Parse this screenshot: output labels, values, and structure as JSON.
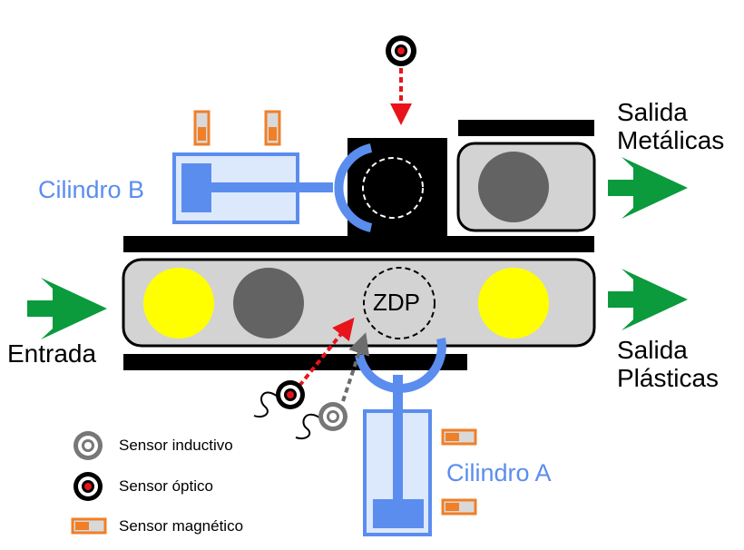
{
  "labels": {
    "salida_metalicas": [
      "Salida",
      "Metálicas"
    ],
    "salida_plasticas": [
      "Salida",
      "Plásticas"
    ],
    "entrada": "Entrada",
    "cilindro_a": "Cilindro A",
    "cilindro_b": "Cilindro B",
    "zdp": "ZDP"
  },
  "legend": [
    {
      "icon": "inductive-sensor-icon",
      "label": "Sensor inductivo"
    },
    {
      "icon": "optical-sensor-icon",
      "label": "Sensor óptico"
    },
    {
      "icon": "magnetic-sensor-icon",
      "label": "Sensor magnético"
    }
  ],
  "colors": {
    "cylinder_blue": "#5b8def",
    "cylinder_fill": "#dce8fb",
    "belt_gray": "#d3d3d3",
    "metal_piece": "#636363",
    "plastic_piece": "#ffff00",
    "arrow_green": "#0b9a3c",
    "optical_red": "#e8141c",
    "magnetic_orange": "#f07f28"
  }
}
